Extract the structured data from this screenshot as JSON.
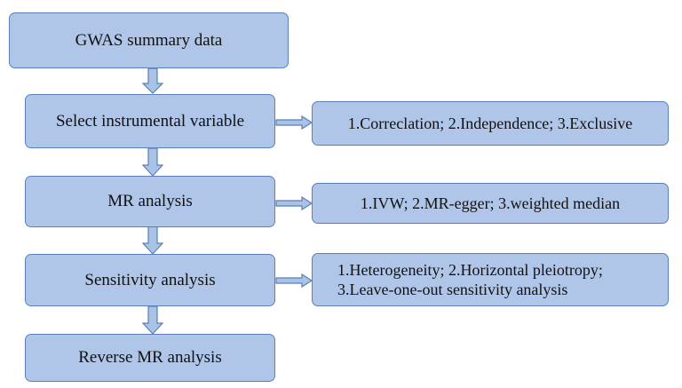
{
  "steps": {
    "gwas": "GWAS summary data",
    "select": "Select instrumental variable",
    "mr": "MR analysis",
    "sensitivity": "Sensitivity analysis",
    "reverse": "Reverse MR analysis"
  },
  "details": {
    "select": "1.Correclation; 2.Independence; 3.Exclusive",
    "mr": "1.IVW; 2.MR-egger; 3.weighted median",
    "sensitivity_line1": "1.Heterogeneity; 2.Horizontal pleiotropy;",
    "sensitivity_line2": "3.Leave-one-out sensitivity analysis"
  },
  "colors": {
    "box_fill": "#b0c6e8",
    "box_border": "#5b7fb8",
    "arrow_fill": "#a9c3e6",
    "arrow_border": "#5b7fb8"
  }
}
